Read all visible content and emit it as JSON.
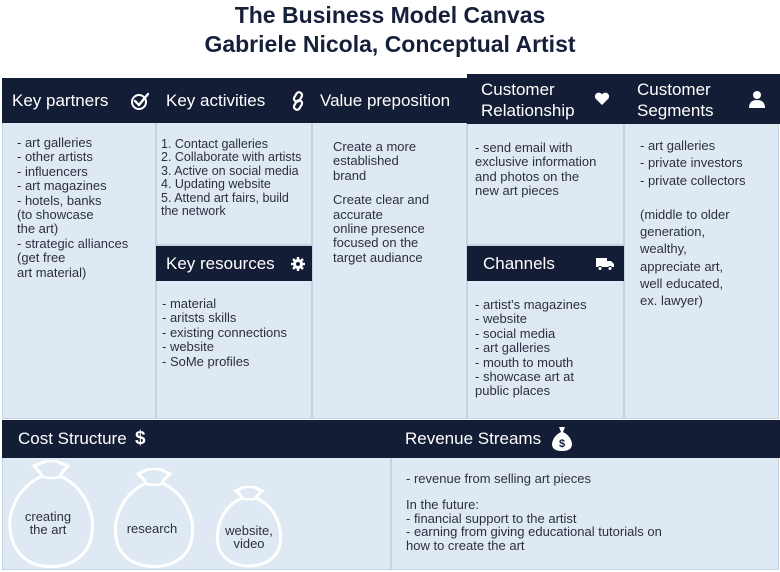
{
  "title": {
    "line1": "The Business Model Canvas",
    "line2": "Gabriele Nicola, Conceptual Artist"
  },
  "key_partners": {
    "header": "Key partners",
    "icon": "check-circle-icon",
    "lines": [
      "- art galleries",
      "- other artists",
      "- influencers",
      "- art magazines",
      "- hotels, banks",
      "(to showcase",
      "the art)",
      "- strategic alliances",
      "(get free",
      "art material)"
    ]
  },
  "key_activities": {
    "header": "Key activities",
    "icon": "link-icon",
    "lines": [
      "1. Contact galleries",
      "2. Collaborate with artists",
      "3. Active on social media",
      "4. Updating website",
      "5. Attend art fairs, build",
      "the network"
    ]
  },
  "key_resources": {
    "header": "Key resources",
    "icon": "gear-icon",
    "lines": [
      "- material",
      "- aritsts skills",
      "- existing connections",
      "- website",
      "- SoMe profiles"
    ]
  },
  "value_proposition": {
    "header": "Value preposition",
    "para1": [
      "Create a more",
      "established",
      "brand"
    ],
    "para2": [
      "Create clear and",
      "accurate",
      "online presence",
      "focused on the",
      "target audiance"
    ]
  },
  "customer_relationship": {
    "header_line1": "Customer",
    "header_line2": "Relationship",
    "icon": "heart-icon",
    "lines": [
      "- send email with",
      "exclusive information",
      "and photos on the",
      "new art pieces"
    ]
  },
  "channels": {
    "header": "Channels",
    "icon": "truck-icon",
    "lines": [
      "- artist's magazines",
      "- website",
      "- social media",
      "- art galleries",
      "- mouth to mouth",
      "- showcase art at",
      "public places"
    ]
  },
  "customer_segments": {
    "header_line1": "Customer",
    "header_line2": "Segments",
    "icon": "user-icon",
    "lines": [
      "- art galleries",
      "- private investors",
      "- private collectors"
    ],
    "note": [
      "(middle to older",
      "generation,",
      "wealthy,",
      "appreciate art,",
      "well educated,",
      "ex. lawyer)"
    ]
  },
  "cost_structure": {
    "header": "Cost Structure",
    "icon": "dollar-icon",
    "bags": [
      {
        "lines": [
          "creating",
          "the art"
        ]
      },
      {
        "lines": [
          "research"
        ]
      },
      {
        "lines": [
          "website,",
          "video"
        ]
      }
    ]
  },
  "revenue_streams": {
    "header": "Revenue Streams",
    "icon": "money-bag-icon",
    "line1": "- revenue from selling art pieces",
    "future_label": "In the future:",
    "future_lines": [
      "- financial support to the artist",
      "- earning from giving educational tutorials on",
      "how to create the art"
    ]
  }
}
